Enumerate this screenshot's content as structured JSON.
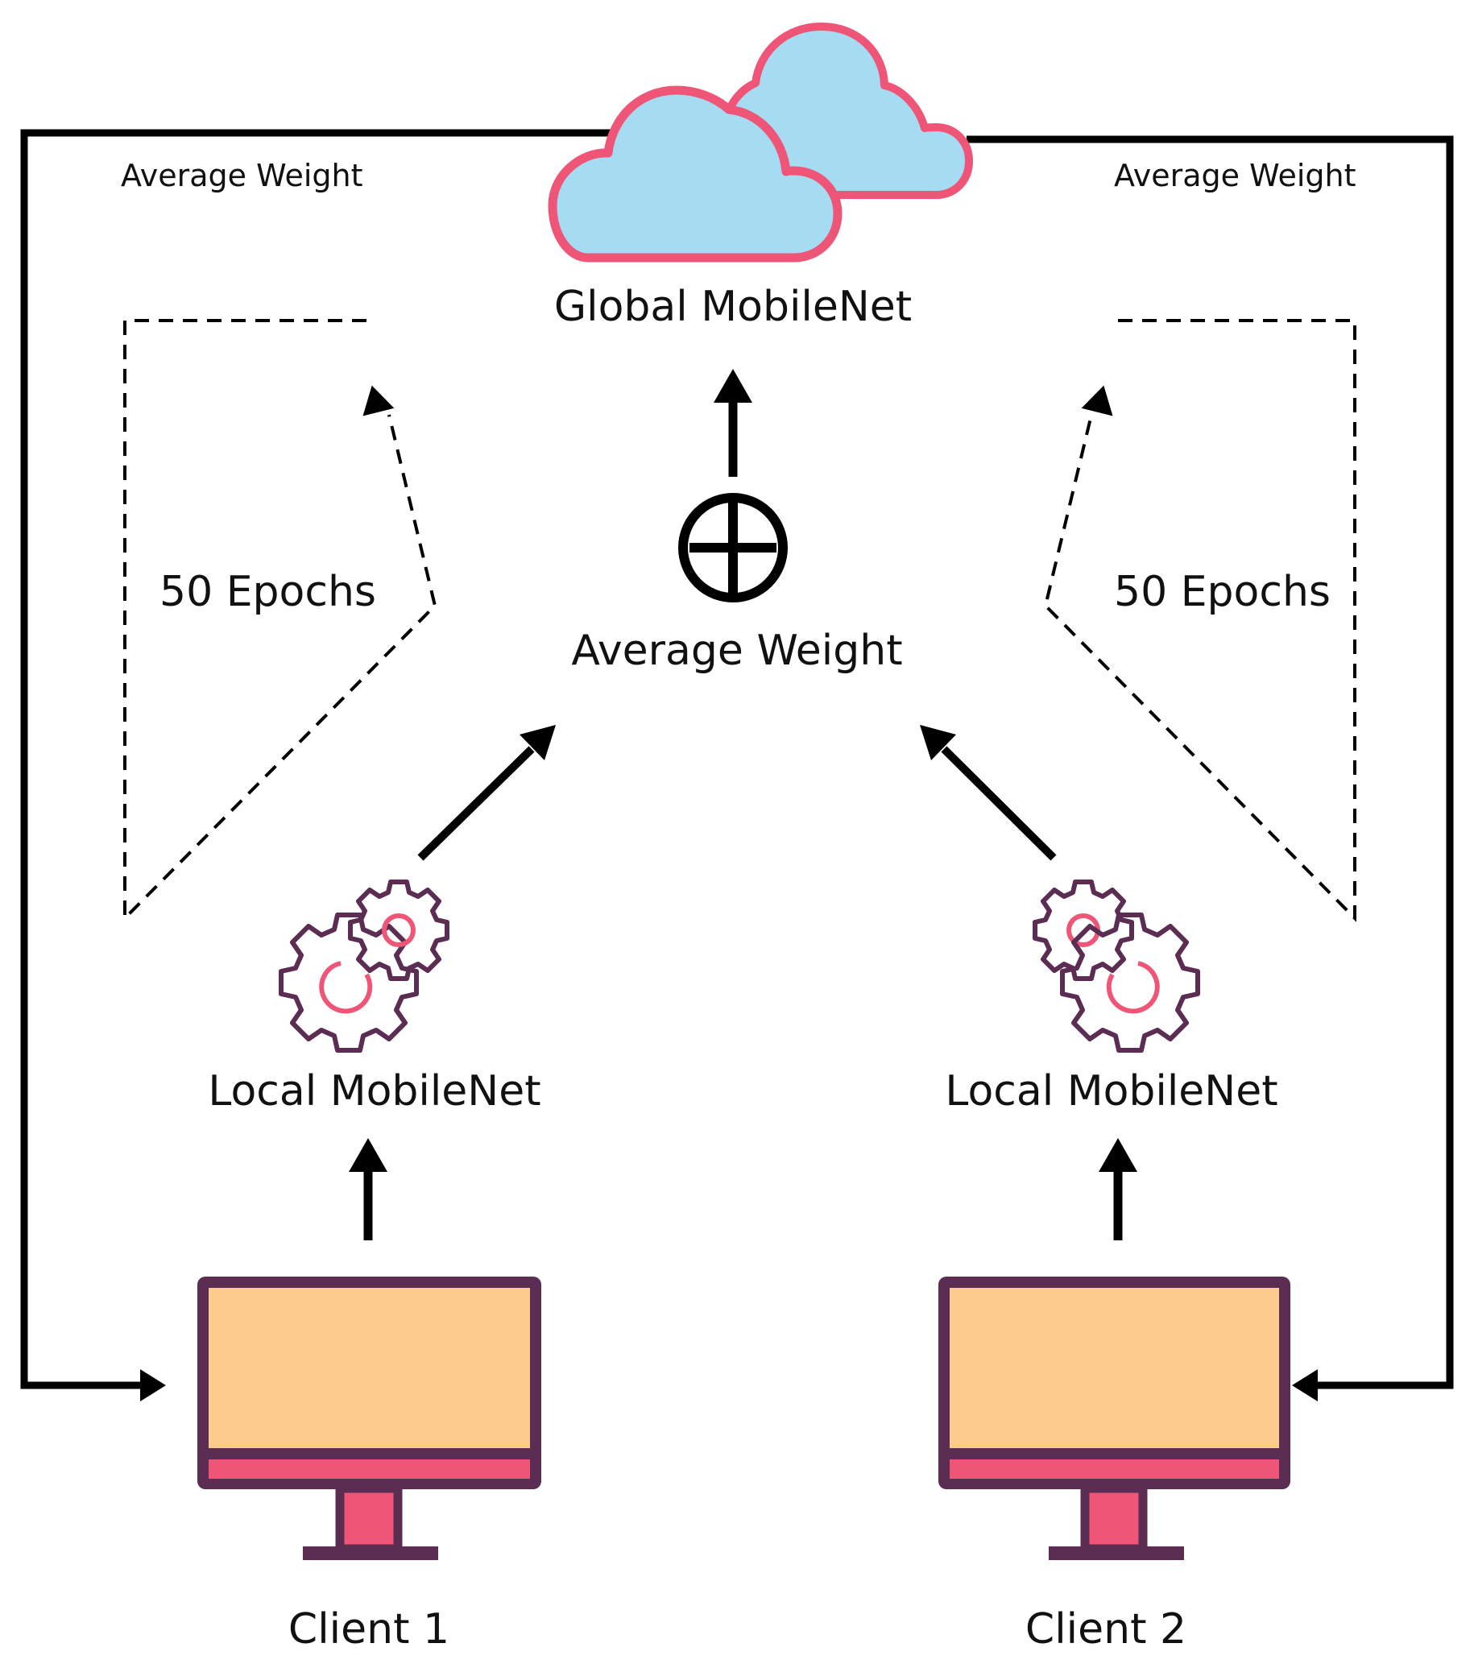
{
  "labels": {
    "average_weight_left": "Average Weight",
    "average_weight_right": "Average Weight",
    "global_model": "Global MobileNet",
    "average_weight_center": "Average Weight",
    "epochs_left": "50 Epochs",
    "epochs_right": "50 Epochs",
    "local_model_left": "Local MobileNet",
    "local_model_right": "Local MobileNet",
    "client_1": "Client 1",
    "client_2": "Client 2"
  },
  "icons": {
    "cloud": "cloud-icon",
    "aggregation": "circle-plus-icon",
    "gears": "gears-icon",
    "monitor": "desktop-monitor-icon"
  },
  "colors": {
    "cloud_fill": "#a6dcf2",
    "cloud_stroke": "#ef5577",
    "monitor_screen": "#fccb8d",
    "monitor_frame": "#5c2d52",
    "monitor_base": "#ef5577",
    "gear_outline": "#5c2d52",
    "gear_accent": "#ef5577",
    "line": "#000000"
  }
}
